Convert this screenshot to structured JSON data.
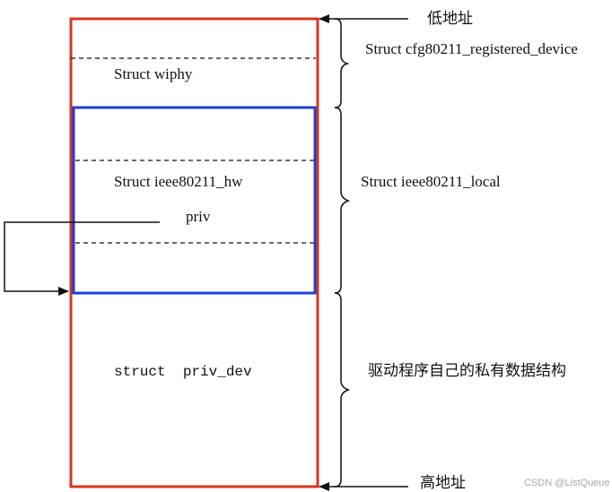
{
  "labels": {
    "low_address": "低地址",
    "high_address": "高地址",
    "registered_device": "Struct cfg80211_registered_device",
    "wiphy": "Struct wiphy",
    "ieee80211_hw": "Struct ieee80211_hw",
    "priv": "priv",
    "ieee80211_local": "Struct ieee80211_local",
    "priv_dev": "struct  priv_dev",
    "driver_private": "驱动程序自己的私有数据结构"
  },
  "watermark": "CSDN @ListQueue",
  "colors": {
    "outer_box": "#d9361e",
    "inner_box": "#1f3fd6",
    "lines": "#111111"
  }
}
